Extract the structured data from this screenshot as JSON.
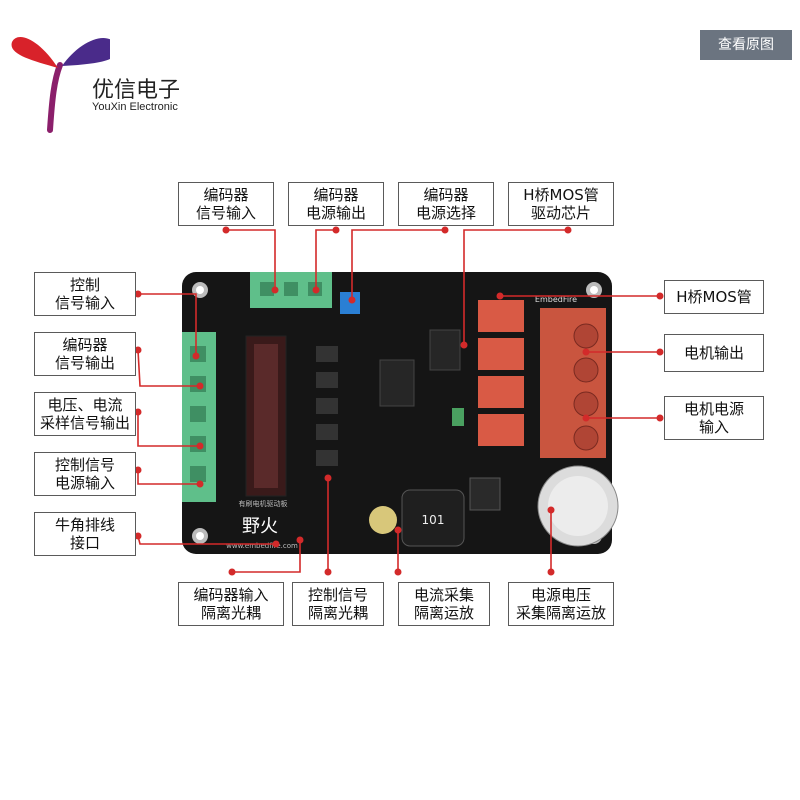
{
  "brand": {
    "name_cn": "优信电子",
    "name_en": "YouXin Electronic"
  },
  "view_original_button": "查看原图",
  "labels": {
    "enc_sig_in": "编码器\n信号输入",
    "enc_pwr_out": "编码器\n电源输出",
    "enc_pwr_sel": "编码器\n电源选择",
    "hbridge_driver": "H桥MOS管\n驱动芯片",
    "ctrl_sig_in": "控制\n信号输入",
    "enc_sig_out": "编码器\n信号输出",
    "vi_sample_out": "电压、电流\n采样信号输出",
    "ctrl_pwr_in": "控制信号\n电源输入",
    "ox_horn_port": "牛角排线\n接口",
    "hbridge_mos": "H桥MOS管",
    "motor_out": "电机输出",
    "motor_pwr_in": "电机电源\n输入",
    "enc_opto": "编码器输入\n隔离光耦",
    "ctrl_opto": "控制信号\n隔离光耦",
    "cur_amp": "电流采集\n隔离运放",
    "volt_amp": "电源电压\n采集隔离运放"
  },
  "board": {
    "brand_print": "野火",
    "brand_url": "www.embedfire.com",
    "brand_tag": "EmbedFire",
    "board_title": "有刷电机驱动板",
    "inductor_code": "101"
  },
  "colors": {
    "pcb": "#151515",
    "terminal_green": "#5fbf8a",
    "terminal_red": "#d95a45",
    "callout": "#d32a2a"
  }
}
